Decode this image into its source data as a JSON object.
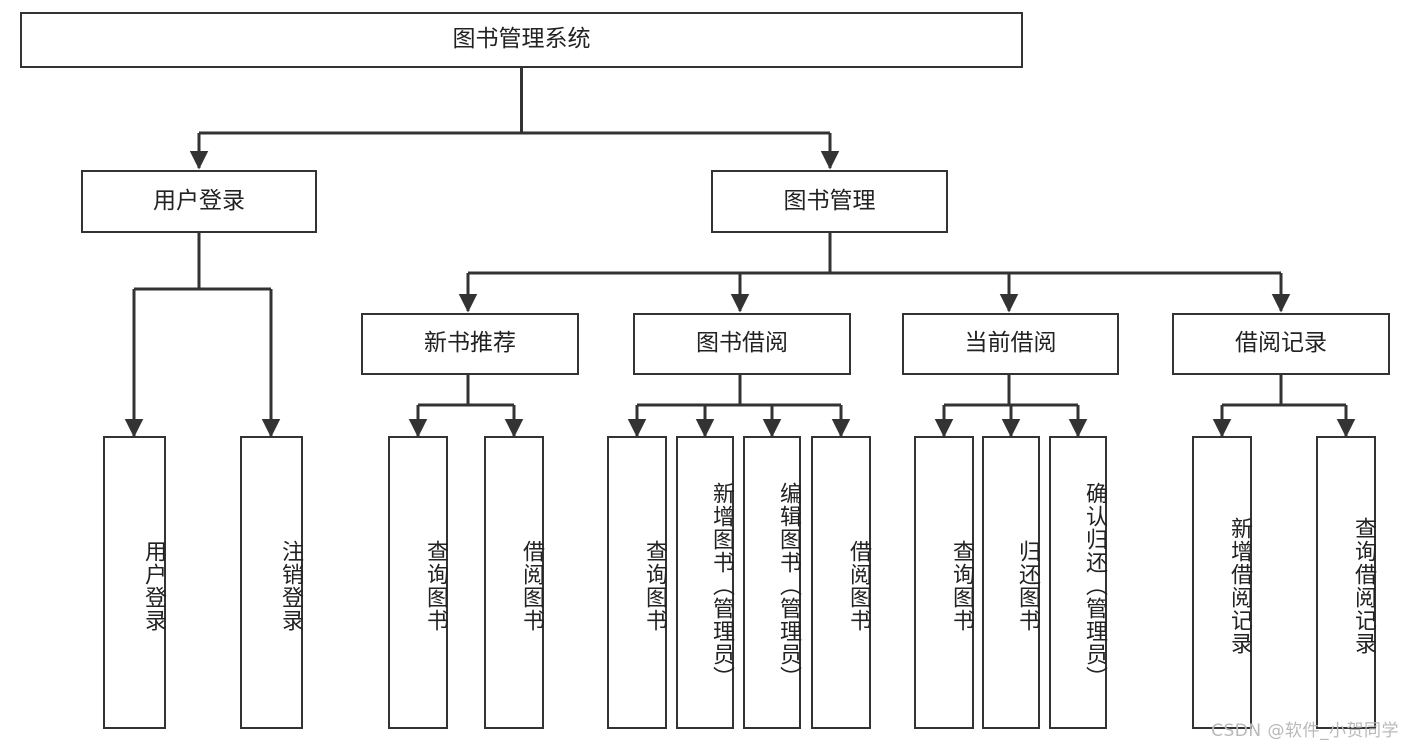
{
  "diagram": {
    "title": "图书管理系统",
    "type": "tree-hierarchy-chart",
    "watermark": "CSDN @软件_小贺同学",
    "colors": {
      "border": "#333333",
      "fill": "#ffffff",
      "text": "#222222",
      "edge": "#333333",
      "watermark": "#b9b9b9"
    },
    "nodes": {
      "root": {
        "label": "图书管理系统"
      },
      "level2": [
        {
          "id": "user-login",
          "label": "用户登录"
        },
        {
          "id": "book-management",
          "label": "图书管理"
        }
      ],
      "level3": [
        {
          "id": "new-book-recommend",
          "label": "新书推荐"
        },
        {
          "id": "book-borrow",
          "label": "图书借阅"
        },
        {
          "id": "current-borrow",
          "label": "当前借阅"
        },
        {
          "id": "borrow-record",
          "label": "借阅记录"
        }
      ],
      "leaves": {
        "user_login": [
          {
            "id": "leaf-user-login",
            "label": "用户登录"
          },
          {
            "id": "leaf-logout-login",
            "label": "注销登录"
          }
        ],
        "new_book_recommend": [
          {
            "id": "leaf-query-book-1",
            "label": "查询图书"
          },
          {
            "id": "leaf-borrow-book-1",
            "label": "借阅图书"
          }
        ],
        "book_borrow": [
          {
            "id": "leaf-query-book-2",
            "label": "查询图书"
          },
          {
            "id": "leaf-add-book",
            "label": "新增图书（管理员）"
          },
          {
            "id": "leaf-edit-book",
            "label": "编辑图书（管理员）"
          },
          {
            "id": "leaf-borrow-book-2",
            "label": "借阅图书"
          }
        ],
        "current_borrow": [
          {
            "id": "leaf-query-book-3",
            "label": "查询图书"
          },
          {
            "id": "leaf-return-book",
            "label": "归还图书"
          },
          {
            "id": "leaf-confirm-return",
            "label": "确认归还（管理员）"
          }
        ],
        "borrow_record": [
          {
            "id": "leaf-add-record",
            "label": "新增借阅记录"
          },
          {
            "id": "leaf-query-record",
            "label": "查询借阅记录"
          }
        ]
      }
    }
  }
}
